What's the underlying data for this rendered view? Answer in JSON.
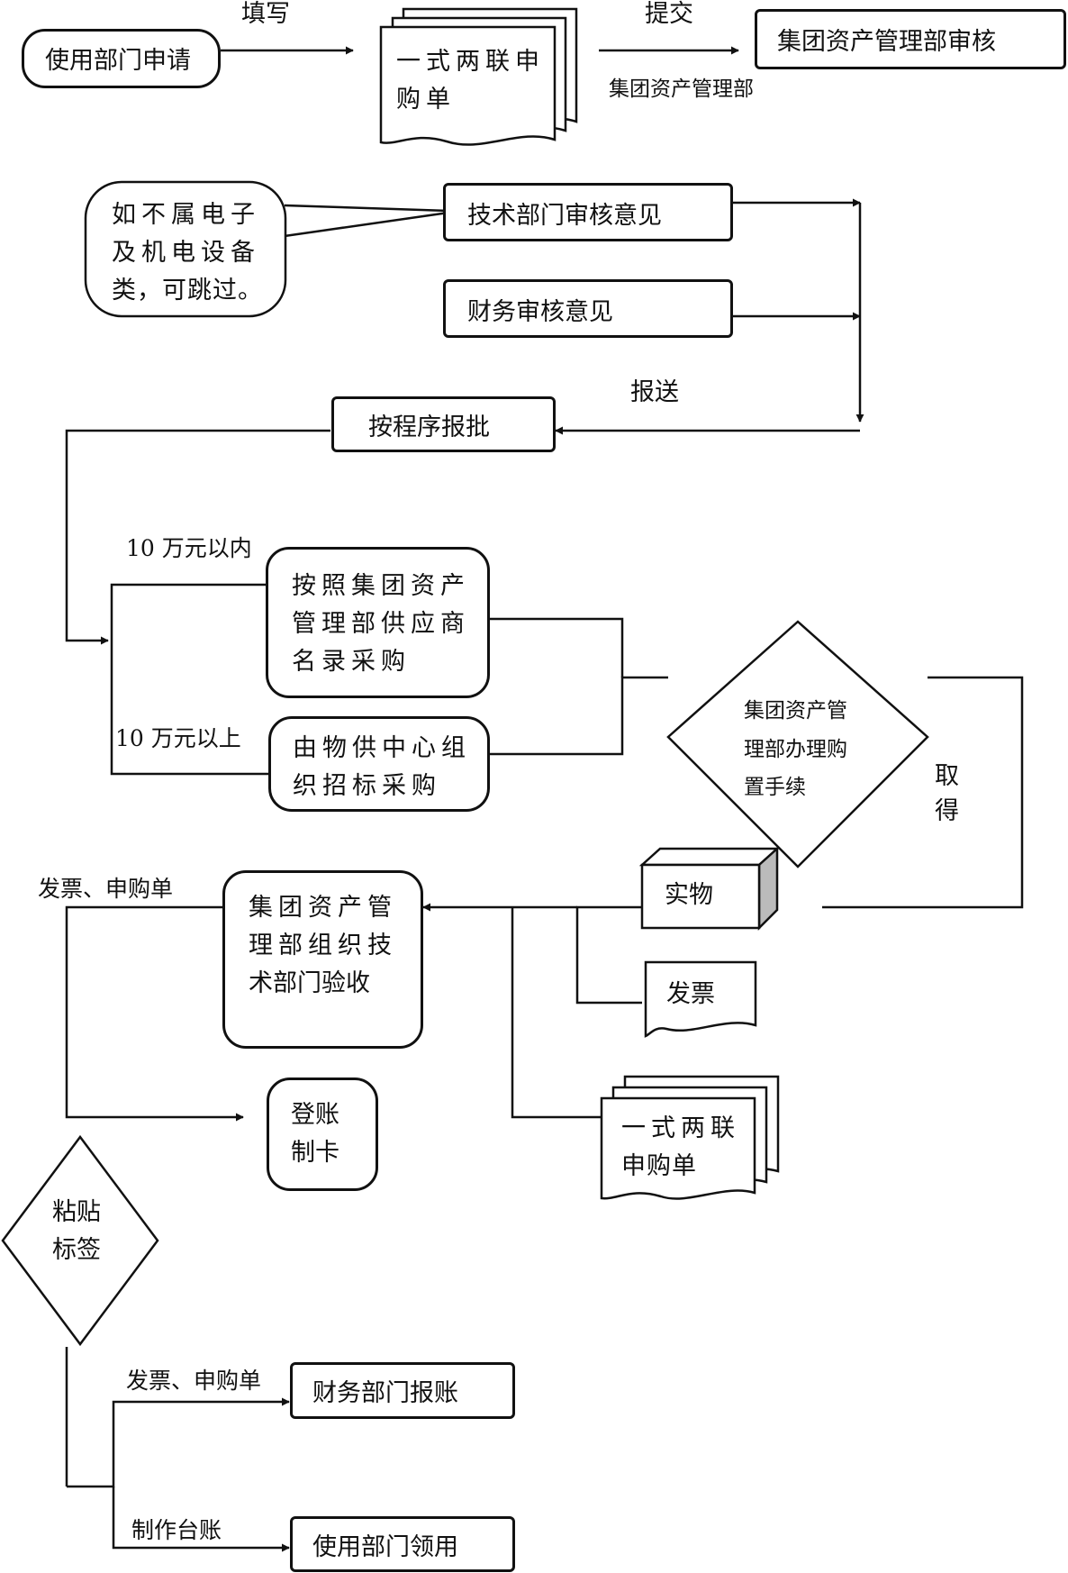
{
  "nodes": {
    "apply": "使用部门申请",
    "form_top": [
      "一式两联申",
      "购单"
    ],
    "review_top": "集团资产管理部审核",
    "note": [
      "如不属电子",
      "及机电设备",
      "类，可跳过。"
    ],
    "tech": "技术部门审核意见",
    "finance_review": "财务审核意见",
    "approve": "按程序报批",
    "supplier": [
      "按照集团资产",
      "管理部供应商",
      "名录采购"
    ],
    "tender": [
      "由物供中心组",
      "织招标采购"
    ],
    "diamond_purchase": [
      "集团资产管",
      "理部办理购",
      "置手续"
    ],
    "goods": "实物",
    "invoice": "发票",
    "accept": [
      "集团资产管",
      "理部组织技",
      "术部门验收"
    ],
    "register": [
      "登账",
      "制卡"
    ],
    "form_bottom": [
      "一式两联",
      "申购单"
    ],
    "label_diamond": [
      "粘贴",
      "标签"
    ],
    "finance_account": "财务部门报账",
    "use": "使用部门领用"
  },
  "edge_labels": {
    "fill": "填写",
    "submit": "提交",
    "submit_to": "集团资产管理部",
    "report": "报送",
    "within": "10 万元以内",
    "above": "10 万元以上",
    "obtain": [
      "取",
      "得"
    ],
    "invoice_form_1": "发票、申购单",
    "invoice_form_2": "发票、申购单",
    "make_ledger": "制作台账"
  }
}
